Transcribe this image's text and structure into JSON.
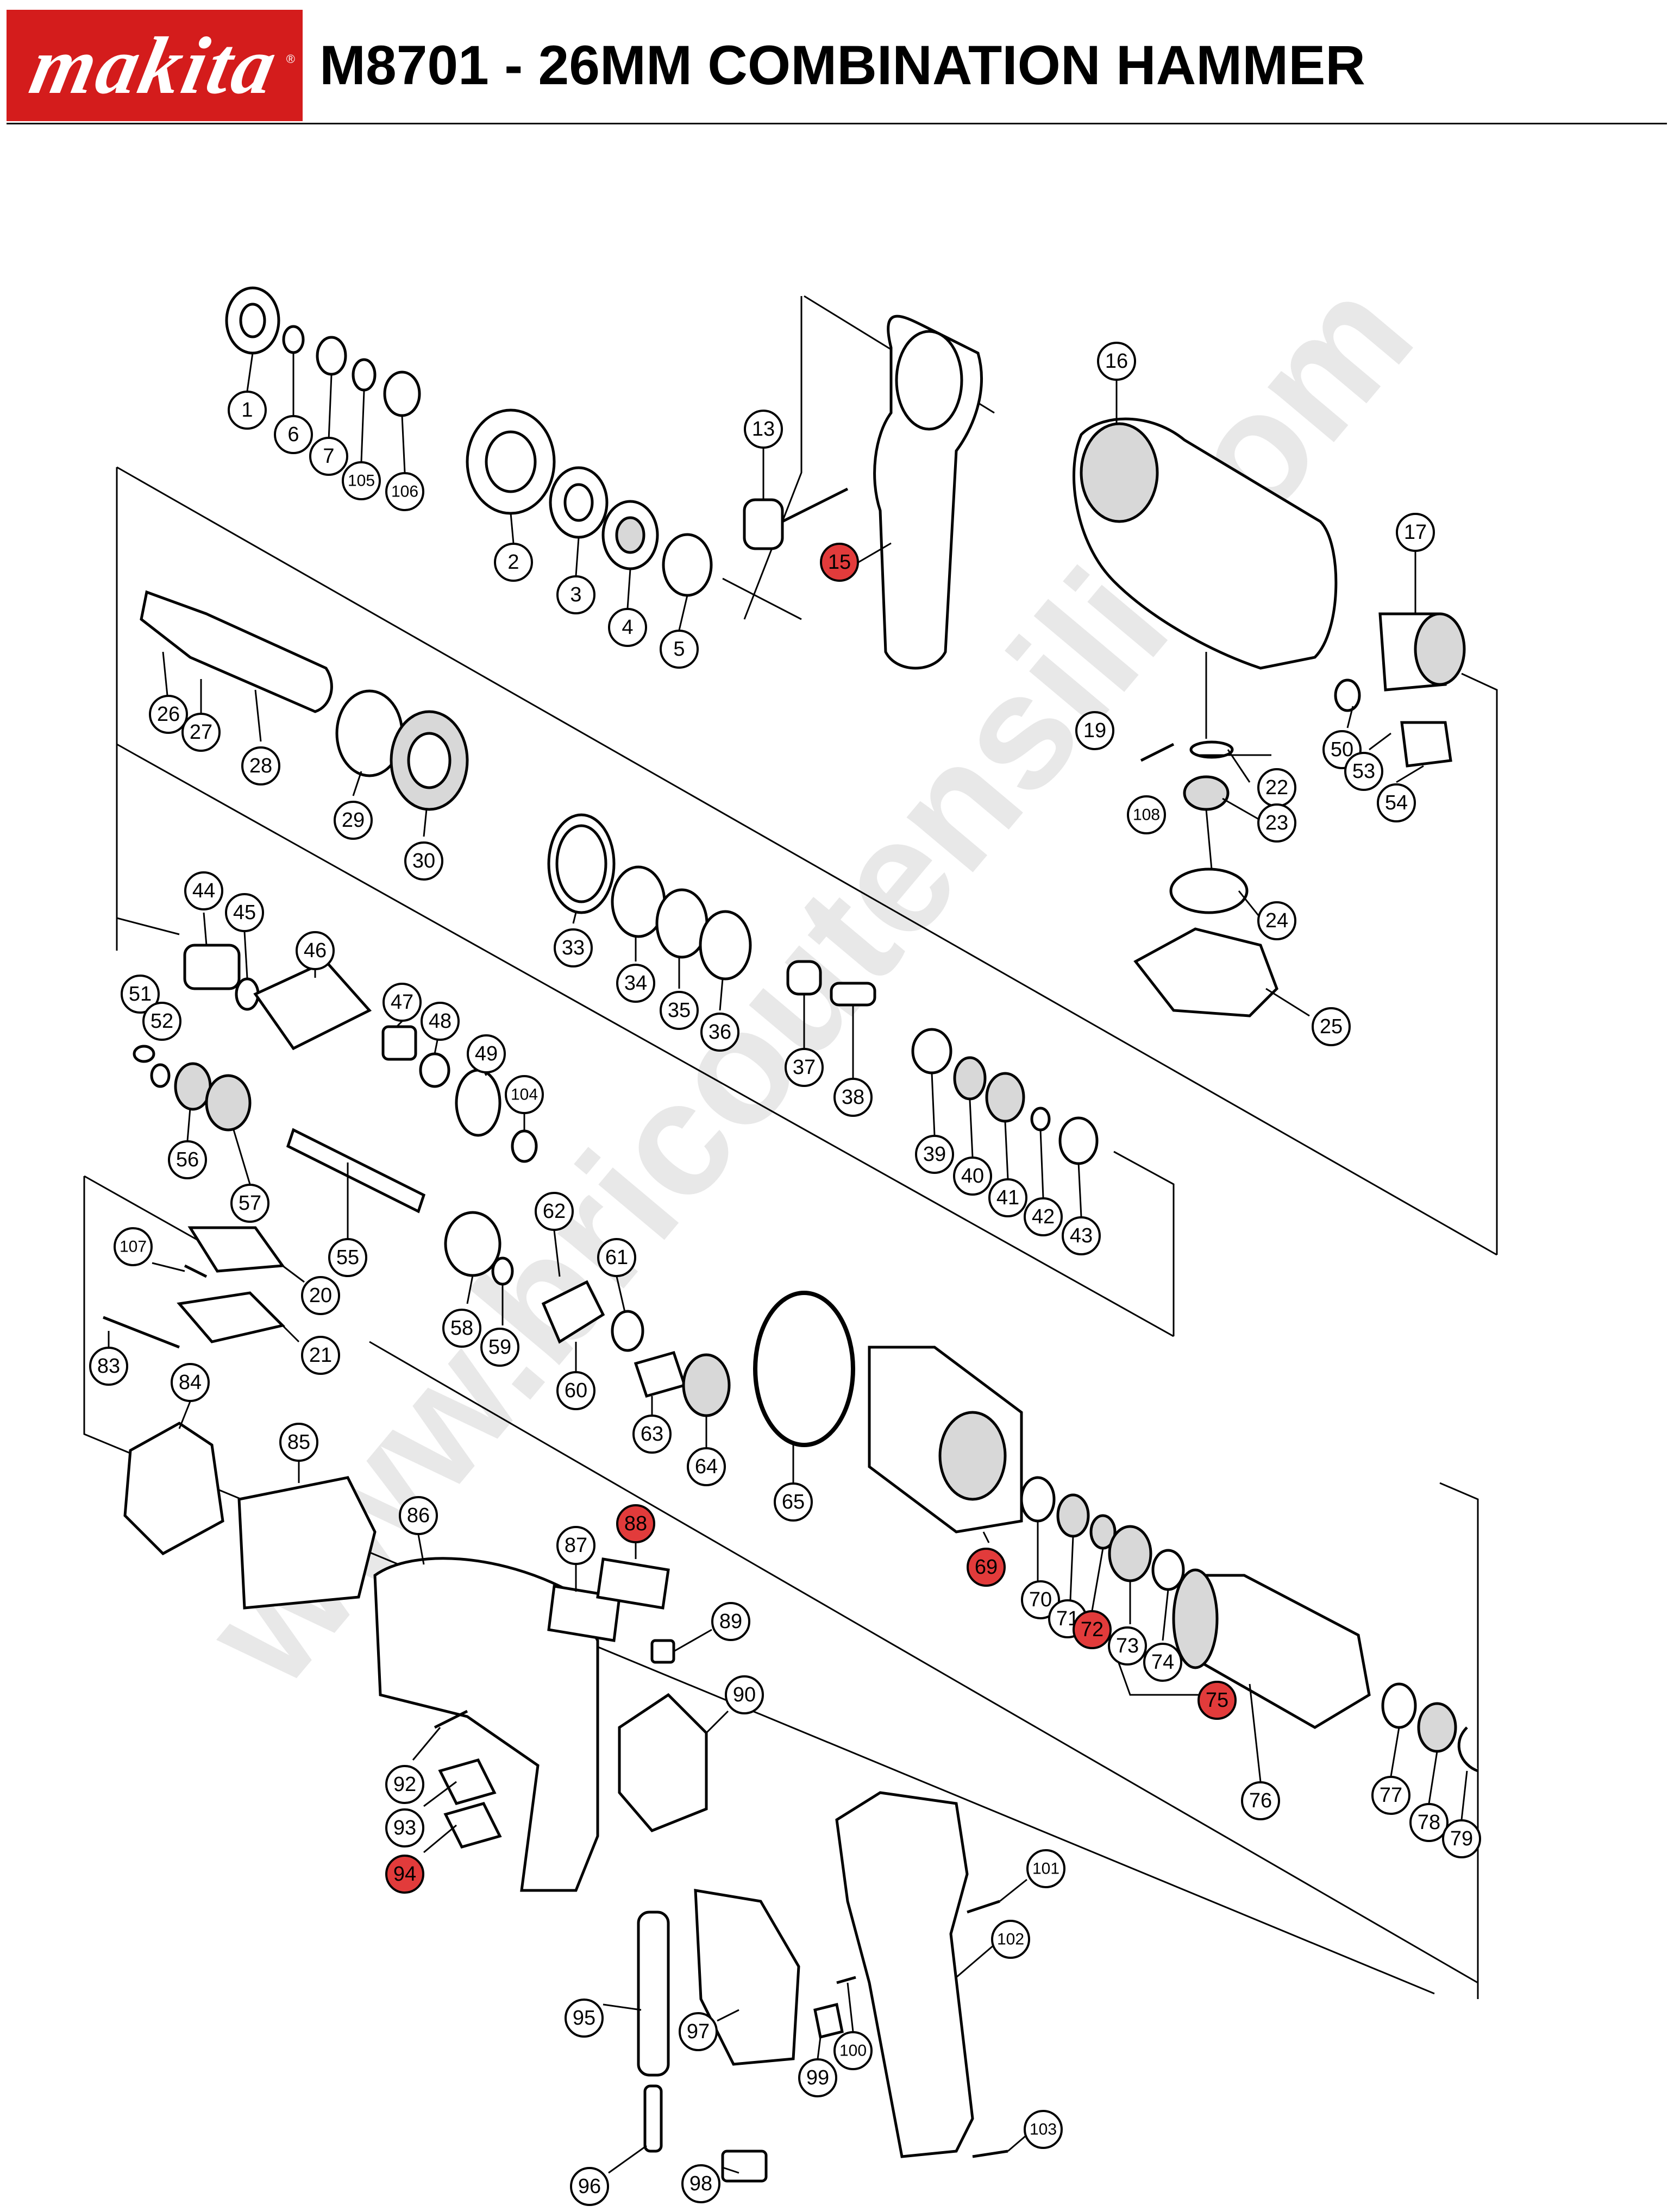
{
  "header": {
    "brand": "makita",
    "title": "M8701 - 26MM COMBINATION HAMMER"
  },
  "watermark": "www.bricoutensili.com",
  "colors": {
    "brand_red": "#d41c1c",
    "highlight": "#e23b3b"
  },
  "callouts": [
    {
      "n": "1",
      "hl": false
    },
    {
      "n": "6",
      "hl": false
    },
    {
      "n": "7",
      "hl": false
    },
    {
      "n": "105",
      "hl": false
    },
    {
      "n": "106",
      "hl": false
    },
    {
      "n": "2",
      "hl": false
    },
    {
      "n": "3",
      "hl": false
    },
    {
      "n": "4",
      "hl": false
    },
    {
      "n": "5",
      "hl": false
    },
    {
      "n": "13",
      "hl": false
    },
    {
      "n": "15",
      "hl": true
    },
    {
      "n": "16",
      "hl": false
    },
    {
      "n": "17",
      "hl": false
    },
    {
      "n": "26",
      "hl": false
    },
    {
      "n": "27",
      "hl": false
    },
    {
      "n": "28",
      "hl": false
    },
    {
      "n": "29",
      "hl": false
    },
    {
      "n": "30",
      "hl": false
    },
    {
      "n": "19",
      "hl": false
    },
    {
      "n": "22",
      "hl": false
    },
    {
      "n": "23",
      "hl": false
    },
    {
      "n": "108",
      "hl": false
    },
    {
      "n": "24",
      "hl": false
    },
    {
      "n": "25",
      "hl": false
    },
    {
      "n": "50",
      "hl": false
    },
    {
      "n": "53",
      "hl": false
    },
    {
      "n": "54",
      "hl": false
    },
    {
      "n": "33",
      "hl": false
    },
    {
      "n": "34",
      "hl": false
    },
    {
      "n": "35",
      "hl": false
    },
    {
      "n": "36",
      "hl": false
    },
    {
      "n": "44",
      "hl": false
    },
    {
      "n": "45",
      "hl": false
    },
    {
      "n": "46",
      "hl": false
    },
    {
      "n": "47",
      "hl": false
    },
    {
      "n": "48",
      "hl": false
    },
    {
      "n": "49",
      "hl": false
    },
    {
      "n": "104",
      "hl": false
    },
    {
      "n": "51",
      "hl": false
    },
    {
      "n": "52",
      "hl": false
    },
    {
      "n": "56",
      "hl": false
    },
    {
      "n": "57",
      "hl": false
    },
    {
      "n": "55",
      "hl": false
    },
    {
      "n": "37",
      "hl": false
    },
    {
      "n": "38",
      "hl": false
    },
    {
      "n": "39",
      "hl": false
    },
    {
      "n": "40",
      "hl": false
    },
    {
      "n": "41",
      "hl": false
    },
    {
      "n": "42",
      "hl": false
    },
    {
      "n": "43",
      "hl": false
    },
    {
      "n": "107",
      "hl": false
    },
    {
      "n": "20",
      "hl": false
    },
    {
      "n": "21",
      "hl": false
    },
    {
      "n": "62",
      "hl": false
    },
    {
      "n": "61",
      "hl": false
    },
    {
      "n": "58",
      "hl": false
    },
    {
      "n": "59",
      "hl": false
    },
    {
      "n": "60",
      "hl": false
    },
    {
      "n": "83",
      "hl": false
    },
    {
      "n": "84",
      "hl": false
    },
    {
      "n": "85",
      "hl": false
    },
    {
      "n": "63",
      "hl": false
    },
    {
      "n": "64",
      "hl": false
    },
    {
      "n": "65",
      "hl": false
    },
    {
      "n": "86",
      "hl": false
    },
    {
      "n": "87",
      "hl": false
    },
    {
      "n": "88",
      "hl": true
    },
    {
      "n": "89",
      "hl": false
    },
    {
      "n": "90",
      "hl": false
    },
    {
      "n": "69",
      "hl": true
    },
    {
      "n": "70",
      "hl": false
    },
    {
      "n": "71",
      "hl": false
    },
    {
      "n": "72",
      "hl": true
    },
    {
      "n": "73",
      "hl": false
    },
    {
      "n": "74",
      "hl": false
    },
    {
      "n": "75",
      "hl": true
    },
    {
      "n": "76",
      "hl": false
    },
    {
      "n": "77",
      "hl": false
    },
    {
      "n": "78",
      "hl": false
    },
    {
      "n": "79",
      "hl": false
    },
    {
      "n": "92",
      "hl": false
    },
    {
      "n": "93",
      "hl": false
    },
    {
      "n": "94",
      "hl": true
    },
    {
      "n": "95",
      "hl": false
    },
    {
      "n": "96",
      "hl": false
    },
    {
      "n": "97",
      "hl": false
    },
    {
      "n": "98",
      "hl": false
    },
    {
      "n": "99",
      "hl": false
    },
    {
      "n": "100",
      "hl": false
    },
    {
      "n": "101",
      "hl": false
    },
    {
      "n": "102",
      "hl": false
    },
    {
      "n": "103",
      "hl": false
    }
  ]
}
